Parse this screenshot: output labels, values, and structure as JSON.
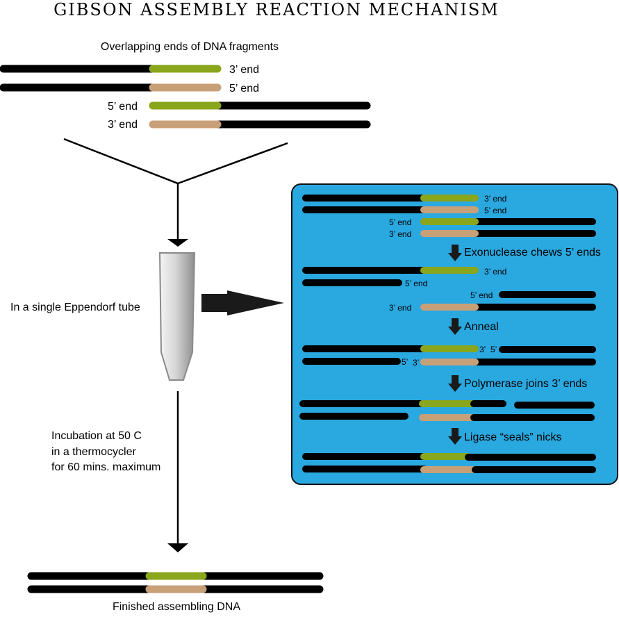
{
  "title": "GIBSON ASSEMBLY REACTION MECHANISM",
  "overlap_caption": "Overlapping ends of DNA fragments",
  "end_labels": {
    "three_prime_end": "3’ end",
    "five_prime_end": "5’ end",
    "three_prime": "3’",
    "five_prime": "5’"
  },
  "tube_caption": "In a single Eppendorf tube",
  "incubation": {
    "line1": "Incubation at 50 C",
    "line2": "in a thermocycler",
    "line3": "for 60 mins. maximum"
  },
  "steps": {
    "exonuclease": "Exonuclease chews 5’ ends",
    "anneal": "Anneal",
    "polymerase": "Polymerase joins 3’ ends",
    "ligase": "Ligase “seals” nicks"
  },
  "final_caption": "Finished assembling DNA",
  "colors": {
    "dna_strand": "#000000",
    "overlap_green": "#8aa61c",
    "overlap_tan": "#c8a078",
    "panel_blue": "#2aa8e0",
    "tube_gray": "#c0c0c0"
  },
  "icons": [
    "down-arrow-icon",
    "right-arrow-icon",
    "eppendorf-tube-icon"
  ]
}
